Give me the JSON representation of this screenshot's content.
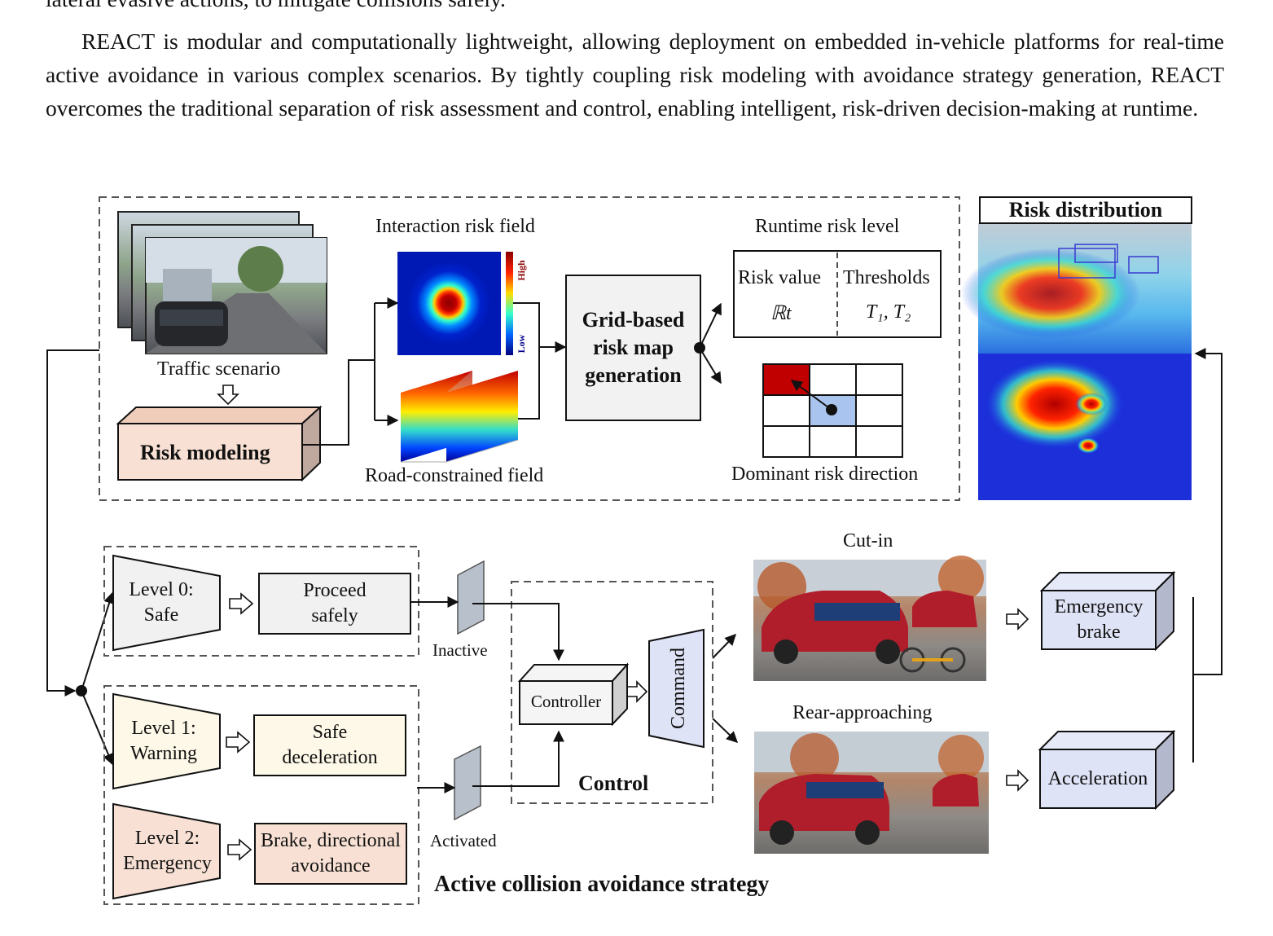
{
  "paragraph": {
    "fragment": "lateral evasive actions, to mitigate collisions safely.",
    "text": "REACT is modular and computationally lightweight, allowing deployment on embedded in-vehicle platforms for real-time active avoidance in various complex scenarios. By tightly coupling risk modeling with avoidance strategy generation, REACT overcomes the traditional separation of risk assessment and control, enabling intelligent, risk-driven decision-making at runtime."
  },
  "figure": {
    "top": {
      "traffic_scenario": "Traffic scenario",
      "risk_modeling": "Risk modeling",
      "interaction_risk_field": "Interaction risk field",
      "colorbar_high": "High",
      "colorbar_low": "Low",
      "road_constrained_field": "Road-constrained field",
      "grid_based": [
        "Grid-based",
        "risk map",
        "generation"
      ],
      "runtime_risk_level": "Runtime risk level",
      "risk_value": "Risk value",
      "thresholds": "Thresholds",
      "risk_value_symbol": "ℝt",
      "thresholds_symbol": "T₁, T₂",
      "dominant_risk_direction": "Dominant risk direction",
      "risk_distribution": "Risk distribution"
    },
    "bottom": {
      "level0": [
        "Level 0:",
        "Safe"
      ],
      "proceed": [
        "Proceed",
        "safely"
      ],
      "level1": [
        "Level 1:",
        "Warning"
      ],
      "safe_decel": [
        "Safe",
        "deceleration"
      ],
      "level2": [
        "Level 2:",
        "Emergency"
      ],
      "brake_avoid": [
        "Brake, directional",
        "avoidance"
      ],
      "inactive": "Inactive",
      "activated": "Activated",
      "controller": "Controller",
      "command": "Command",
      "control": "Control",
      "cut_in": "Cut-in",
      "rear_approaching": "Rear-approaching",
      "emergency_brake": [
        "Emergency",
        "brake"
      ],
      "acceleration": "Acceleration",
      "strategy_title": "Active collision avoidance strategy"
    }
  },
  "colors": {
    "risk_modeling_fill": "#f8e1d4",
    "level0_fill": "#f1f1f1",
    "level1_fill": "#fdf8e7",
    "level2_fill": "#f8e1d4",
    "command_fill": "#dfe3f6",
    "output_fill": "#dfe3f6",
    "grid_red": "#c00000",
    "grid_blue": "#a9c4ee"
  }
}
